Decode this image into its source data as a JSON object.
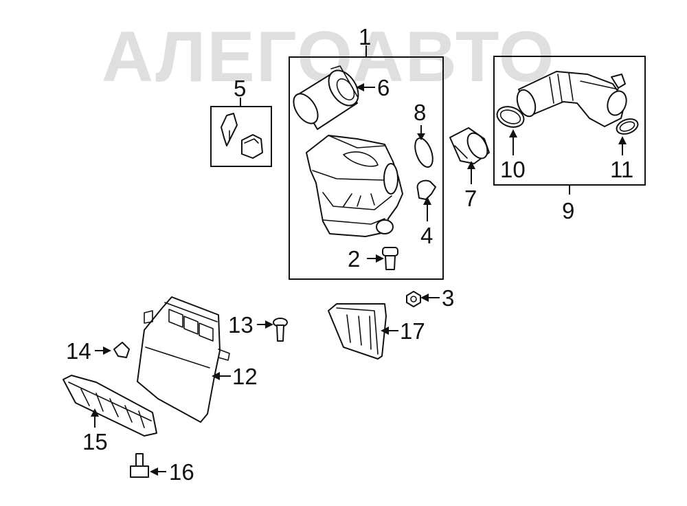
{
  "watermark": {
    "text": "АЛЕГОАВТО",
    "color": "#d9d9d9"
  },
  "callouts": {
    "c1": "1",
    "c2": "2",
    "c3": "3",
    "c4": "4",
    "c5": "5",
    "c6": "6",
    "c7": "7",
    "c8": "8",
    "c9": "9",
    "c10": "10",
    "c11": "11",
    "c12": "12",
    "c13": "13",
    "c14": "14",
    "c15": "15",
    "c16": "16",
    "c17": "17"
  },
  "colors": {
    "line": "#111111",
    "background": "#ffffff",
    "watermark": "#d9d9d9"
  }
}
